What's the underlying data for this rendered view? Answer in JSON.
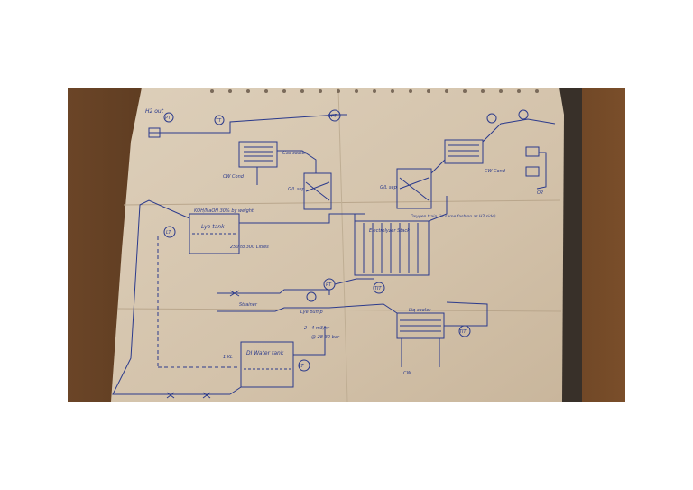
{
  "labels": {
    "h2_out": "H2 out",
    "pt_1": "PT",
    "tt_1": "TT",
    "dpt": "DPT",
    "cw_left": "CW Cond",
    "gas_cooler": "Gas cooler",
    "gl_sep_left": "G/L sep",
    "gl_sep_right": "G/L sep",
    "koh_lye": "KOH/NaOH 30% by weight",
    "lye_tank": "Lye tank",
    "lye_volume": "250 to 300 Litres",
    "lt_left": "LT",
    "electrolyzer": "Electrolyzer Stack",
    "strainer": "Strainer",
    "lye_pump": "Lye pump",
    "flow": "2 - 4 m3/hr",
    "pressure": "@ 28-30 bar",
    "pt_2": "PT",
    "tit": "TIT",
    "liq_cooler": "Liq cooler",
    "tit_right": "TIT",
    "cw_bottom": "CW",
    "di_water": "DI Water tank",
    "kl": "1 KL",
    "lt_bottom": "LT",
    "o2_out": "O2",
    "cw_right": "CW Cond",
    "right_note": "Oxygen train (in same fashion as H2 side)"
  },
  "colors": {
    "paper": "#d9c9b3",
    "ink": "#2b3a8c",
    "wood": "#5a3a22"
  }
}
